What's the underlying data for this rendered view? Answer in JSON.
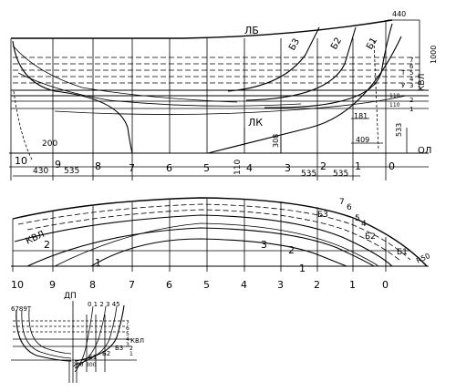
{
  "profile": {
    "labels": {
      "deck_line": "ЛБ",
      "keel_line": "ЛК",
      "buttocks": [
        "Б3",
        "Б2",
        "Б1"
      ],
      "waterline_marks": [
        "7",
        "6",
        "5",
        "4",
        "3",
        "2",
        "1"
      ],
      "waterline_t": "Т",
      "waterline_y": "У",
      "kvl": "КВЛ",
      "baseline": "ОЛ"
    },
    "stations": [
      "10",
      "9",
      "8",
      "7",
      "6",
      "5",
      "4",
      "3",
      "2",
      "1",
      "0"
    ],
    "dimensions": {
      "d440": "440",
      "d1000": "1000",
      "d110_a": "110",
      "d110_b": "110",
      "d181": "181",
      "d409": "409",
      "d533": "533",
      "d200": "200",
      "d308": "308",
      "d110_v": "110",
      "d430": "430",
      "d535_a": "535",
      "d535_b": "535",
      "d535_c": "535"
    }
  },
  "plan": {
    "stations": [
      "10",
      "9",
      "8",
      "7",
      "6",
      "5",
      "4",
      "3",
      "2",
      "1",
      "0"
    ],
    "labels": {
      "kvl": "КВЛ",
      "wl2": "2",
      "wl1": "1",
      "wl3": "3",
      "wl2b": "2",
      "wl1b": "1",
      "b3": "Б3",
      "n7": "7",
      "n6": "6",
      "n5": "5",
      "n4": "4",
      "b2": "Б2",
      "b1": "Б1",
      "r50": "R50"
    }
  },
  "body_plan": {
    "labels": {
      "dp": "ДП",
      "left_stations": "6789Т",
      "right_stations": "0 1 2 3 45",
      "wl_marks": [
        "7",
        "6",
        "5",
        "4",
        "3"
      ],
      "kvl": "КВЛ",
      "b3": "Б3",
      "b2": "Б2",
      "b1": "Б1",
      "d290": "290",
      "d300": "300",
      "i2": "2",
      "i1": "1"
    }
  }
}
